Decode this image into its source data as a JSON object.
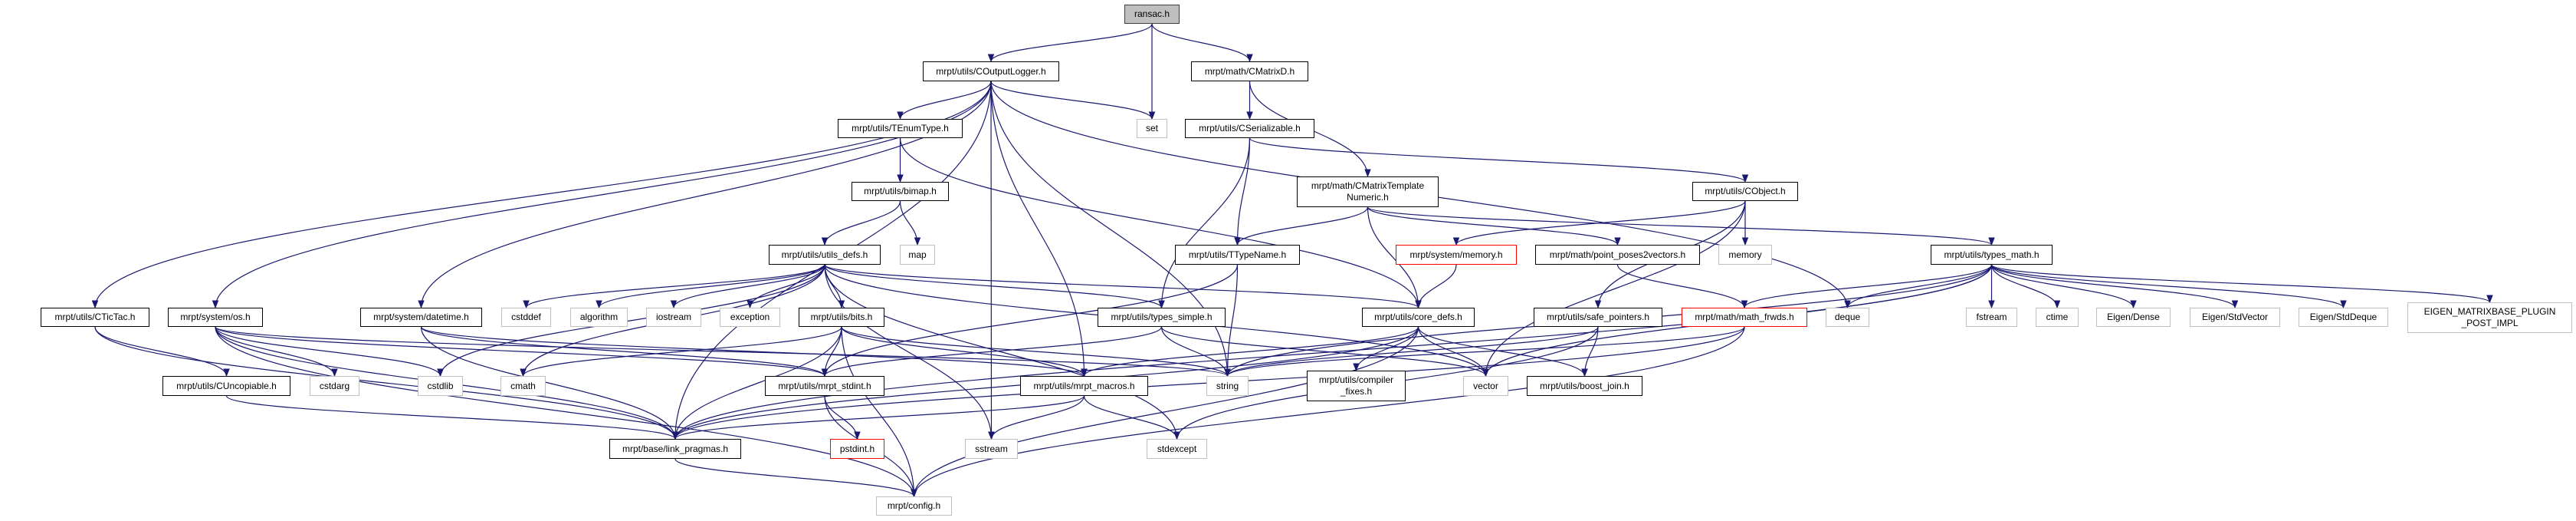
{
  "graph": {
    "title": "ransac.h include dependency graph",
    "edge_color": "#191970",
    "nodes": [
      {
        "id": "ransac",
        "label": "ransac.h",
        "style": "root"
      },
      {
        "id": "coutputlogger",
        "label": "mrpt/utils/COutputLogger.h",
        "style": "normal"
      },
      {
        "id": "set",
        "label": "set",
        "style": "gray"
      },
      {
        "id": "cmatrixd",
        "label": "mrpt/math/CMatrixD.h",
        "style": "normal"
      },
      {
        "id": "tenumtype",
        "label": "mrpt/utils/TEnumType.h",
        "style": "normal"
      },
      {
        "id": "cserializable",
        "label": "mrpt/utils/CSerializable.h",
        "style": "normal"
      },
      {
        "id": "bimap",
        "label": "mrpt/utils/bimap.h",
        "style": "normal"
      },
      {
        "id": "cmatrixtemplate",
        "label": "mrpt/math/CMatrixTemplate\nNumeric.h",
        "style": "normal"
      },
      {
        "id": "cobject",
        "label": "mrpt/utils/CObject.h",
        "style": "normal"
      },
      {
        "id": "utilsdefs",
        "label": "mrpt/utils/utils_defs.h",
        "style": "normal"
      },
      {
        "id": "map",
        "label": "map",
        "style": "gray"
      },
      {
        "id": "ttypename",
        "label": "mrpt/utils/TTypeName.h",
        "style": "normal"
      },
      {
        "id": "sysmemory",
        "label": "mrpt/system/memory.h",
        "style": "red"
      },
      {
        "id": "pointposes",
        "label": "mrpt/math/point_poses2vectors.h",
        "style": "normal"
      },
      {
        "id": "memory",
        "label": "memory",
        "style": "gray"
      },
      {
        "id": "typesmath",
        "label": "mrpt/utils/types_math.h",
        "style": "normal"
      },
      {
        "id": "ctictac",
        "label": "mrpt/utils/CTicTac.h",
        "style": "normal"
      },
      {
        "id": "os",
        "label": "mrpt/system/os.h",
        "style": "normal"
      },
      {
        "id": "datetime",
        "label": "mrpt/system/datetime.h",
        "style": "normal"
      },
      {
        "id": "cstddef",
        "label": "cstddef",
        "style": "gray"
      },
      {
        "id": "algorithm",
        "label": "algorithm",
        "style": "gray"
      },
      {
        "id": "iostream",
        "label": "iostream",
        "style": "gray"
      },
      {
        "id": "exception",
        "label": "exception",
        "style": "gray"
      },
      {
        "id": "bits",
        "label": "mrpt/utils/bits.h",
        "style": "normal"
      },
      {
        "id": "typessimple",
        "label": "mrpt/utils/types_simple.h",
        "style": "normal"
      },
      {
        "id": "coredefs",
        "label": "mrpt/utils/core_defs.h",
        "style": "normal"
      },
      {
        "id": "safepointers",
        "label": "mrpt/utils/safe_pointers.h",
        "style": "normal"
      },
      {
        "id": "mathfrwds",
        "label": "mrpt/math/math_frwds.h",
        "style": "red"
      },
      {
        "id": "deque",
        "label": "deque",
        "style": "gray"
      },
      {
        "id": "fstream",
        "label": "fstream",
        "style": "gray"
      },
      {
        "id": "ctime",
        "label": "ctime",
        "style": "gray"
      },
      {
        "id": "eigendense",
        "label": "Eigen/Dense",
        "style": "gray"
      },
      {
        "id": "eigenstdvector",
        "label": "Eigen/StdVector",
        "style": "gray"
      },
      {
        "id": "eigenstddeque",
        "label": "Eigen/StdDeque",
        "style": "gray"
      },
      {
        "id": "eigenplugin",
        "label": "EIGEN_MATRIXBASE_PLUGIN\n_POST_IMPL",
        "style": "gray"
      },
      {
        "id": "cuncopiable",
        "label": "mrpt/utils/CUncopiable.h",
        "style": "normal"
      },
      {
        "id": "cstdarg",
        "label": "cstdarg",
        "style": "gray"
      },
      {
        "id": "cstdlib",
        "label": "cstdlib",
        "style": "gray"
      },
      {
        "id": "cmath",
        "label": "cmath",
        "style": "gray"
      },
      {
        "id": "mrptstdint",
        "label": "mrpt/utils/mrpt_stdint.h",
        "style": "normal"
      },
      {
        "id": "mrptmacros",
        "label": "mrpt/utils/mrpt_macros.h",
        "style": "normal"
      },
      {
        "id": "string",
        "label": "string",
        "style": "gray"
      },
      {
        "id": "compilerfixes",
        "label": "mrpt/utils/compiler\n_fixes.h",
        "style": "normal"
      },
      {
        "id": "vector",
        "label": "vector",
        "style": "gray"
      },
      {
        "id": "boostjoin",
        "label": "mrpt/utils/boost_join.h",
        "style": "normal"
      },
      {
        "id": "linkpragmas",
        "label": "mrpt/base/link_pragmas.h",
        "style": "normal"
      },
      {
        "id": "pstdint",
        "label": "pstdint.h",
        "style": "red"
      },
      {
        "id": "sstream",
        "label": "sstream",
        "style": "gray"
      },
      {
        "id": "stdexcept",
        "label": "stdexcept",
        "style": "gray"
      },
      {
        "id": "config",
        "label": "mrpt/config.h",
        "style": "gray"
      }
    ],
    "edges": [
      [
        "ransac",
        "coutputlogger"
      ],
      [
        "ransac",
        "set"
      ],
      [
        "ransac",
        "cmatrixd"
      ],
      [
        "coutputlogger",
        "linkpragmas"
      ],
      [
        "coutputlogger",
        "ctictac"
      ],
      [
        "coutputlogger",
        "os"
      ],
      [
        "coutputlogger",
        "datetime"
      ],
      [
        "coutputlogger",
        "tenumtype"
      ],
      [
        "coutputlogger",
        "sstream"
      ],
      [
        "coutputlogger",
        "mrptmacros"
      ],
      [
        "coutputlogger",
        "string"
      ],
      [
        "coutputlogger",
        "set"
      ],
      [
        "coutputlogger",
        "deque"
      ],
      [
        "cmatrixd",
        "cserializable"
      ],
      [
        "cmatrixd",
        "cmatrixtemplate"
      ],
      [
        "tenumtype",
        "bimap"
      ],
      [
        "tenumtype",
        "coredefs"
      ],
      [
        "cserializable",
        "typessimple"
      ],
      [
        "cserializable",
        "ttypename"
      ],
      [
        "cserializable",
        "cobject"
      ],
      [
        "bimap",
        "utilsdefs"
      ],
      [
        "bimap",
        "map"
      ],
      [
        "cmatrixtemplate",
        "ttypename"
      ],
      [
        "cmatrixtemplate",
        "coredefs"
      ],
      [
        "cmatrixtemplate",
        "pointposes"
      ],
      [
        "cmatrixtemplate",
        "typesmath"
      ],
      [
        "cobject",
        "sysmemory"
      ],
      [
        "cobject",
        "memory"
      ],
      [
        "cobject",
        "safepointers"
      ],
      [
        "cobject",
        "vector"
      ],
      [
        "utilsdefs",
        "cstddef"
      ],
      [
        "utilsdefs",
        "algorithm"
      ],
      [
        "utilsdefs",
        "iostream"
      ],
      [
        "utilsdefs",
        "exception"
      ],
      [
        "utilsdefs",
        "bits"
      ],
      [
        "utilsdefs",
        "sstream"
      ],
      [
        "utilsdefs",
        "stdexcept"
      ],
      [
        "utilsdefs",
        "typessimple"
      ],
      [
        "utilsdefs",
        "coredefs"
      ],
      [
        "utilsdefs",
        "vector"
      ],
      [
        "utilsdefs",
        "cstdlib"
      ],
      [
        "utilsdefs",
        "cmath"
      ],
      [
        "ttypename",
        "mrptstdint"
      ],
      [
        "ttypename",
        "string"
      ],
      [
        "sysmemory",
        "coredefs"
      ],
      [
        "pointposes",
        "mathfrwds"
      ],
      [
        "typesmath",
        "mathfrwds"
      ],
      [
        "typesmath",
        "deque"
      ],
      [
        "typesmath",
        "fstream"
      ],
      [
        "typesmath",
        "ctime"
      ],
      [
        "typesmath",
        "eigendense"
      ],
      [
        "typesmath",
        "eigenstdvector"
      ],
      [
        "typesmath",
        "eigenstddeque"
      ],
      [
        "typesmath",
        "eigenplugin"
      ],
      [
        "typesmath",
        "vector"
      ],
      [
        "typesmath",
        "linkpragmas"
      ],
      [
        "typesmath",
        "string"
      ],
      [
        "ctictac",
        "cuncopiable"
      ],
      [
        "ctictac",
        "linkpragmas"
      ],
      [
        "os",
        "cstdarg"
      ],
      [
        "os",
        "cstdlib"
      ],
      [
        "os",
        "linkpragmas"
      ],
      [
        "os",
        "config"
      ],
      [
        "os",
        "mrptstdint"
      ],
      [
        "os",
        "string"
      ],
      [
        "datetime",
        "mrptstdint"
      ],
      [
        "datetime",
        "linkpragmas"
      ],
      [
        "datetime",
        "mrptmacros"
      ],
      [
        "bits",
        "cmath"
      ],
      [
        "bits",
        "mrptstdint"
      ],
      [
        "bits",
        "mrptmacros"
      ],
      [
        "bits",
        "linkpragmas"
      ],
      [
        "bits",
        "config"
      ],
      [
        "bits",
        "string"
      ],
      [
        "typessimple",
        "mrptstdint"
      ],
      [
        "typessimple",
        "string"
      ],
      [
        "typessimple",
        "vector"
      ],
      [
        "coredefs",
        "mrptmacros"
      ],
      [
        "coredefs",
        "compilerfixes"
      ],
      [
        "coredefs",
        "vector"
      ],
      [
        "coredefs",
        "boostjoin"
      ],
      [
        "coredefs",
        "config"
      ],
      [
        "coredefs",
        "linkpragmas"
      ],
      [
        "safepointers",
        "boostjoin"
      ],
      [
        "safepointers",
        "string"
      ],
      [
        "safepointers",
        "stdexcept"
      ],
      [
        "mathfrwds",
        "string"
      ],
      [
        "mathfrwds",
        "config"
      ],
      [
        "mathfrwds",
        "linkpragmas"
      ],
      [
        "cuncopiable",
        "linkpragmas"
      ],
      [
        "mrptstdint",
        "pstdint"
      ],
      [
        "mrptstdint",
        "config"
      ],
      [
        "mrptmacros",
        "linkpragmas"
      ],
      [
        "mrptmacros",
        "sstream"
      ],
      [
        "mrptmacros",
        "stdexcept"
      ],
      [
        "linkpragmas",
        "config"
      ]
    ]
  }
}
